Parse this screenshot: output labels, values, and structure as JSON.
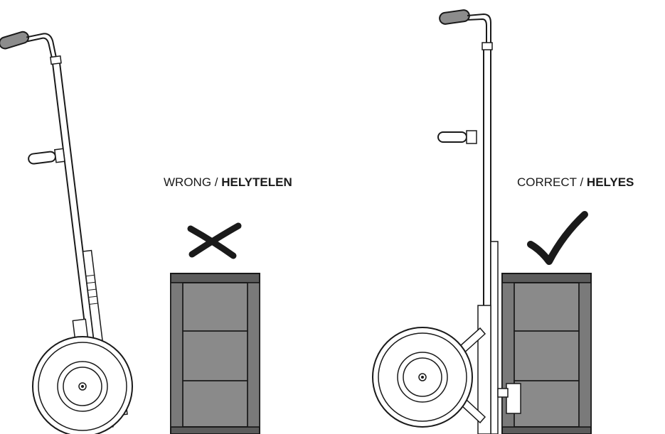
{
  "wrong": {
    "label": "WRONG / ",
    "label_bold": "HELYTELEN",
    "mark": "cross-mark"
  },
  "correct": {
    "label": "CORRECT / ",
    "label_bold": "HELYES",
    "mark": "check-mark"
  },
  "colors": {
    "line": "#1a1a1a",
    "barrel_fill": "#8a8a8a",
    "barrel_dark": "#5c5c5c",
    "handle_grip": "#8c8c8c",
    "background": "#ffffff"
  }
}
